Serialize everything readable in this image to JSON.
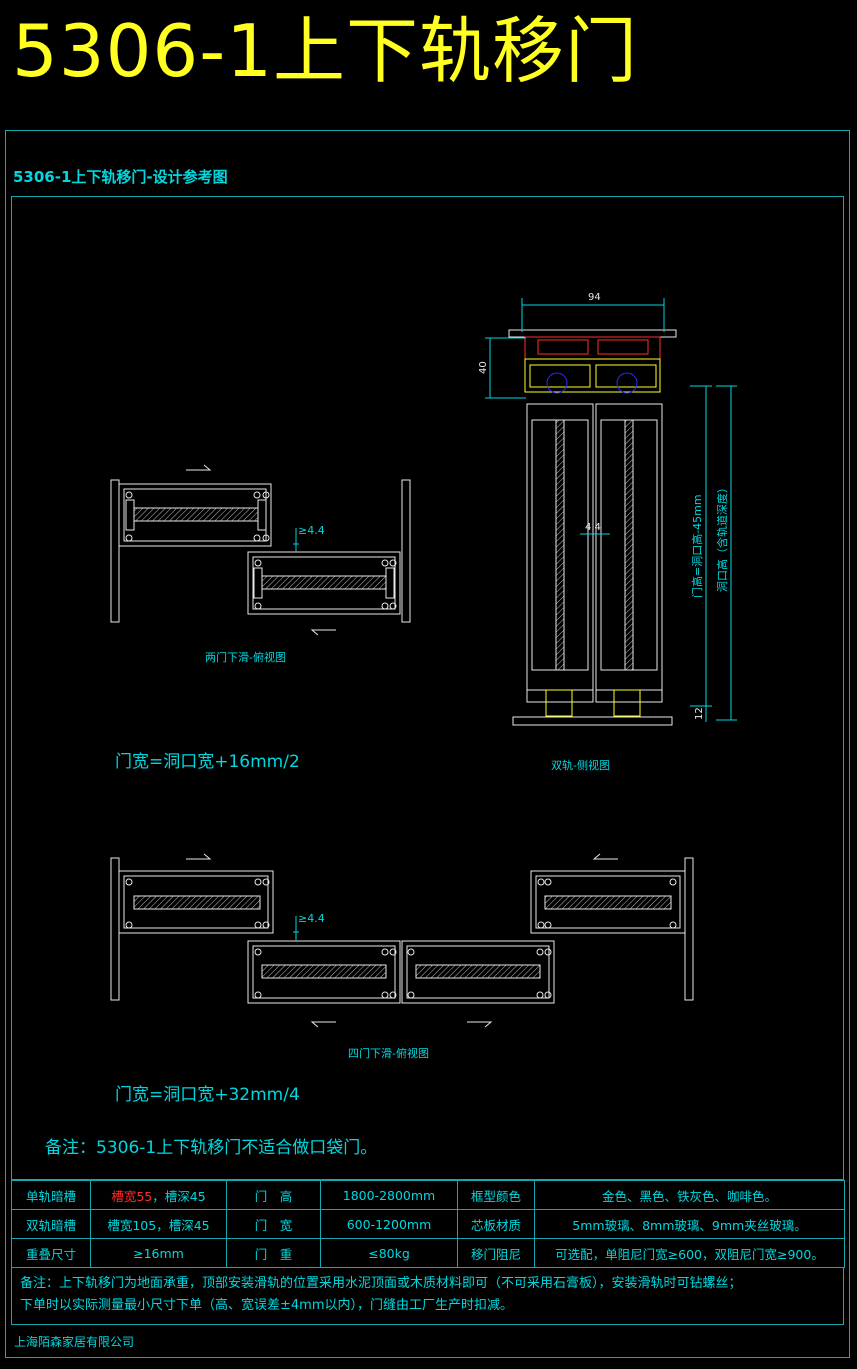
{
  "header": {
    "title": "5306-1上下轨移门",
    "subtitle": "5306-1上下轨移门-设计参考图"
  },
  "drawings": {
    "two_door_caption": "两门下滑-俯视图",
    "two_door_gap": "≥4.4",
    "two_door_formula": "门宽=洞口宽+16mm/2",
    "side_view_caption": "双轨-侧视图",
    "side_width_dim": "94",
    "side_top_dim": "40",
    "side_bottom_dim": "12",
    "side_gap_dim": "4.4",
    "door_height_label": "门高=洞口高-45mm",
    "opening_height_label": "洞口高（含轨道深度）",
    "four_door_caption": "四门下滑-俯视图",
    "four_door_gap": "≥4.4",
    "four_door_formula": "门宽=洞口宽+32mm/4",
    "remark": "备注：5306-1上下轨移门不适合做口袋门。"
  },
  "spec_table": {
    "rows": [
      {
        "label1": "单轨暗槽",
        "val1_red": "槽宽55",
        "val1_rest": "，槽深45",
        "label2": "门　高",
        "val2": "1800-2800mm",
        "label3": "框型颜色",
        "val3": "金色、黑色、铁灰色、咖啡色。"
      },
      {
        "label1": "双轨暗槽",
        "val1_red": "",
        "val1_rest": "槽宽105，槽深45",
        "label2": "门　宽",
        "val2": "600-1200mm",
        "label3": "芯板材质",
        "val3": "5mm玻璃、8mm玻璃、9mm夹丝玻璃。"
      },
      {
        "label1": "重叠尺寸",
        "val1_red": "",
        "val1_rest": "≥16mm",
        "label2": "门　重",
        "val2": "≤80kg",
        "label3": "移门阻尼",
        "val3": "可选配，单阻尼门宽≥600，双阻尼门宽≥900。"
      }
    ]
  },
  "footer": {
    "note_line1": "备注：上下轨移门为地面承重，顶部安装滑轨的位置采用水泥顶面或木质材料即可（不可采用石膏板），安装滑轨时可钻螺丝；",
    "note_line2": "下单时以实际测量最小尺寸下单（高、宽误差±4mm以内），门缝由工厂生产时扣减。",
    "company": "上海陌森家居有限公司"
  },
  "colors": {
    "cad_cyan": "#00d8e0",
    "cad_yellow": "#ffff22",
    "cad_red": "#ff2b2b",
    "cad_blue": "#2b2bff",
    "cad_white": "#e8e8e8"
  }
}
